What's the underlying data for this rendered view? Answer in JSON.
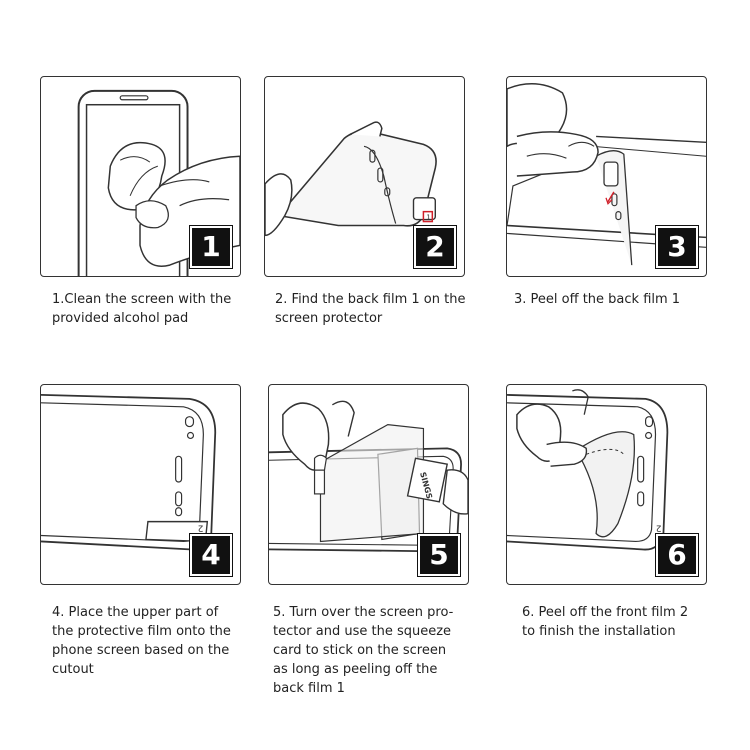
{
  "steps": [
    {
      "number": "1",
      "caption": "1.Clean the screen with the\nprovided alcohol pad"
    },
    {
      "number": "2",
      "caption": "2. Find the back film 1 on the\nscreen protector"
    },
    {
      "number": "3",
      "caption": "3. Peel off the back film 1"
    },
    {
      "number": "4",
      "caption": "4. Place the upper part of\nthe protective film onto the\nphone screen based on the\ncutout"
    },
    {
      "number": "5",
      "caption": "5. Turn over the screen pro-\ntector and use the squeeze\ncard to stick on the screen\nas long as peeling off the\nback film 1"
    },
    {
      "number": "6",
      "caption": "6. Peel off the front film 2\nto finish the installation"
    }
  ],
  "labels": {
    "film1_tab": "1",
    "film2_tab": "2",
    "squeeze_card": "SINGS"
  },
  "colors": {
    "outline": "#333333",
    "badge_bg": "#111111",
    "arrow": "#d0202a",
    "film": "#f2f2f2"
  }
}
